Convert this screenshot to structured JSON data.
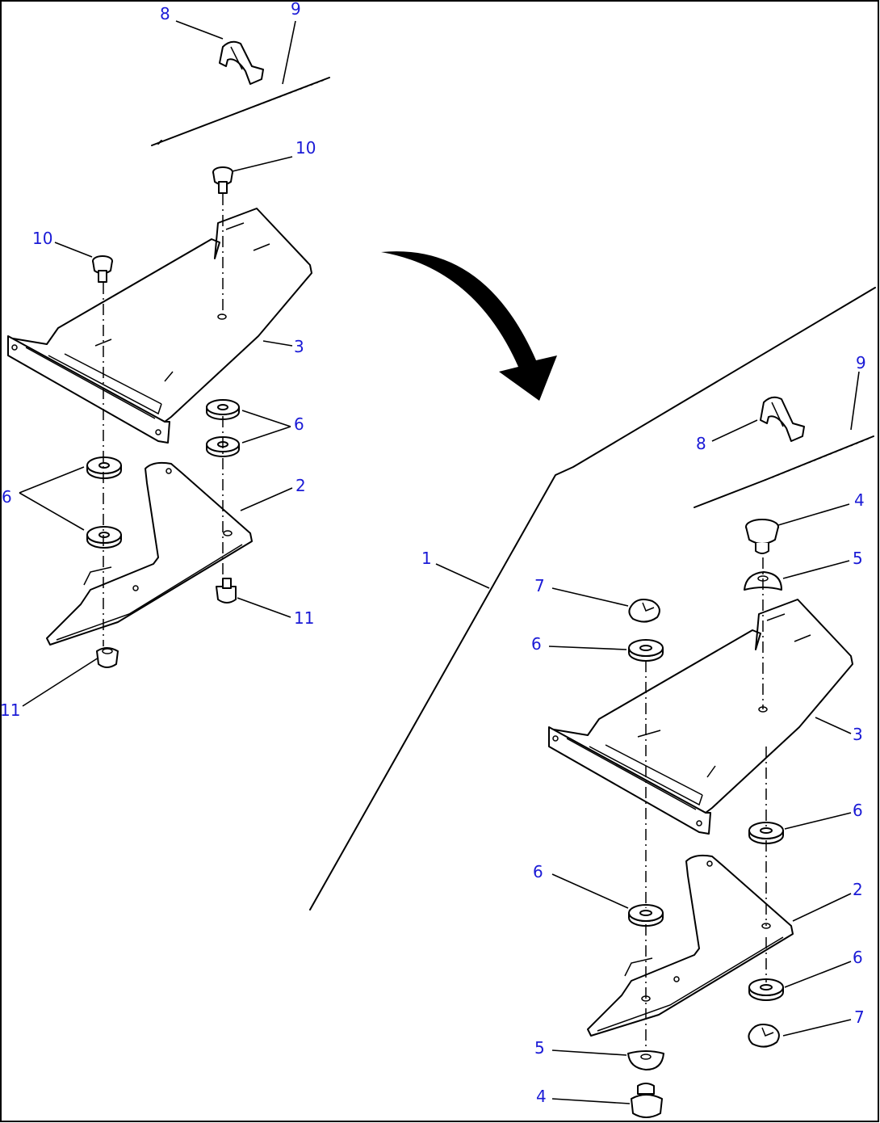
{
  "callouts": {
    "l_8": "8",
    "l_9": "9",
    "l_10a": "10",
    "l_10b": "10",
    "l_3": "3",
    "l_6a": "6",
    "l_6b": "6",
    "l_2": "2",
    "l_11a": "11",
    "l_11b": "11",
    "r_1": "1",
    "r_9": "9",
    "r_8": "8",
    "r_4a": "4",
    "r_5a": "5",
    "r_7a": "7",
    "r_6a": "6",
    "r_3": "3",
    "r_6b": "6",
    "r_6c": "6",
    "r_2": "2",
    "r_6d": "6",
    "r_7b": "7",
    "r_5b": "5",
    "r_4b": "4"
  },
  "colors": {
    "label": "#1a1ad6",
    "line": "#000000",
    "background": "#ffffff"
  }
}
